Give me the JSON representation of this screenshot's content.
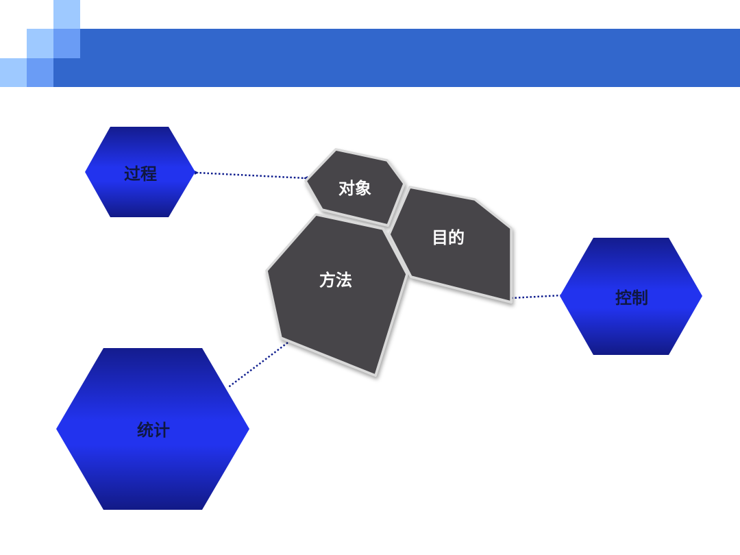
{
  "colors": {
    "header_bar": "#3267cc",
    "header_light": "#9ec9ff",
    "header_mid": "#6a9cf5",
    "hexagon_fill_center": "#2233ee",
    "hexagon_fill_edge": "#121a8a",
    "dark_shape_fill": "#464549",
    "dark_shape_border": "#d6d6d6",
    "connector": "#0b1a8c"
  },
  "diagram": {
    "outer_nodes": {
      "process": "过程",
      "control": "控制",
      "statistics": "统计"
    },
    "core_nodes": {
      "object": "对象",
      "purpose": "目的",
      "method": "方法"
    }
  }
}
